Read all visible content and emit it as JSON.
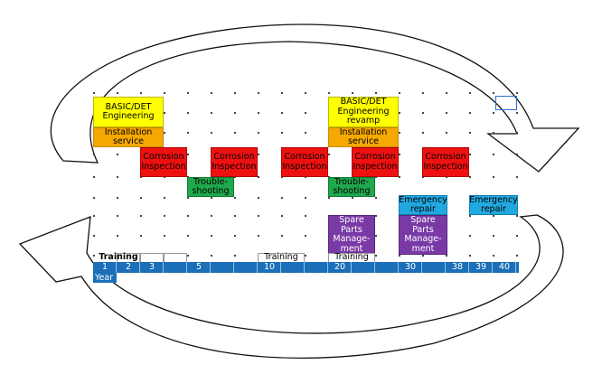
{
  "boxes": [
    {
      "id": "basic-1",
      "text": "BASIC/DET\nEngineering",
      "color": "yellow"
    },
    {
      "id": "install-1",
      "text": "Installation\nservice",
      "color": "orange"
    },
    {
      "id": "corr-1",
      "text": "Corrosion\nInspection",
      "color": "red"
    },
    {
      "id": "corr-2",
      "text": "Corrosion\nInspection",
      "color": "red"
    },
    {
      "id": "trouble-1",
      "text": "Trouble-\nshooting",
      "color": "green"
    },
    {
      "id": "corr-3",
      "text": "Corrosion\nInspection",
      "color": "red"
    },
    {
      "id": "basic-2",
      "text": "BASIC/DET\nEngineering\nrevamp",
      "color": "yellow"
    },
    {
      "id": "install-2",
      "text": "Installation\nservice",
      "color": "orange"
    },
    {
      "id": "corr-4",
      "text": "Corrosion\nInspection",
      "color": "red"
    },
    {
      "id": "trouble-2",
      "text": "Trouble-\nshooting",
      "color": "green"
    },
    {
      "id": "corr-5",
      "text": "Corrosion\nInspection",
      "color": "red"
    },
    {
      "id": "emerg-1",
      "text": "Emergency\nrepair",
      "color": "blue"
    },
    {
      "id": "emerg-2",
      "text": "Emergency\nrepair",
      "color": "blue"
    },
    {
      "id": "spare-1",
      "text": "Spare\nParts\nManage-\nment",
      "color": "purple"
    },
    {
      "id": "spare-2",
      "text": "Spare\nParts\nManage-\nment",
      "color": "purple"
    }
  ],
  "training_labels": [
    "Training",
    "Training",
    "Training"
  ],
  "timeline": {
    "ticks": [
      "1",
      "2",
      "3",
      "5",
      "10",
      "20",
      "30",
      "38",
      "39",
      "40"
    ],
    "year_label": "Year"
  },
  "colors": {
    "yellow": "#ffff00",
    "orange": "#f5a800",
    "red": "#ee1111",
    "green": "#1fa84c",
    "blue": "#22a8e0",
    "purple": "#7a3aa6",
    "timeline": "#1a6fb8"
  }
}
